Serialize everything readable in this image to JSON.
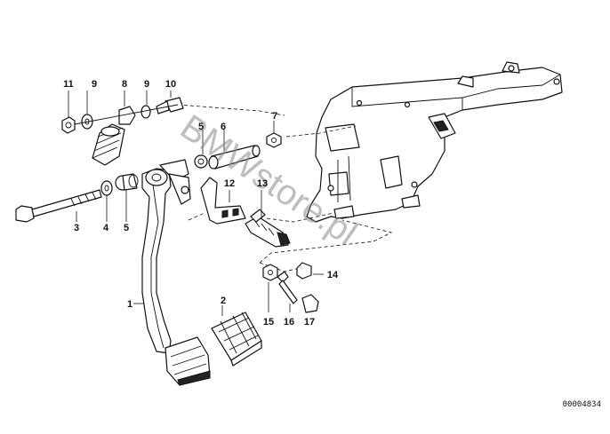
{
  "diagram": {
    "reference_code": "00004834",
    "watermark": "BMWstore.pl",
    "parts": [
      {
        "number": "1"
      },
      {
        "number": "2"
      },
      {
        "number": "3"
      },
      {
        "number": "4"
      },
      {
        "number": "5"
      },
      {
        "number": "5"
      },
      {
        "number": "6"
      },
      {
        "number": "7"
      },
      {
        "number": "8"
      },
      {
        "number": "9"
      },
      {
        "number": "9"
      },
      {
        "number": "10"
      },
      {
        "number": "11"
      },
      {
        "number": "12"
      },
      {
        "number": "13"
      },
      {
        "number": "14"
      },
      {
        "number": "15"
      },
      {
        "number": "16"
      },
      {
        "number": "17"
      }
    ]
  }
}
